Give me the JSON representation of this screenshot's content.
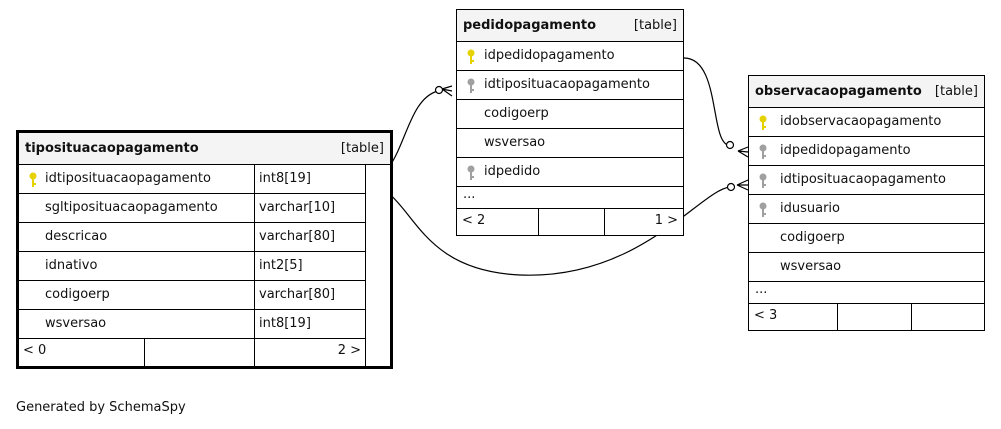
{
  "tables": {
    "pedidopagamento": {
      "name": "pedidopagamento",
      "type": "[table]",
      "columns": [
        {
          "name": "idpedidopagamento",
          "key": "primary"
        },
        {
          "name": "idtiposituacaopagamento",
          "key": "foreign"
        },
        {
          "name": "codigoerp",
          "key": "none"
        },
        {
          "name": "wsversao",
          "key": "none"
        },
        {
          "name": "idpedido",
          "key": "foreign"
        }
      ],
      "ellipsis": "...",
      "footer_left": "< 2",
      "footer_right": "1 >"
    },
    "observacaopagamento": {
      "name": "observacaopagamento",
      "type": "[table]",
      "columns": [
        {
          "name": "idobservacaopagamento",
          "key": "primary"
        },
        {
          "name": "idpedidopagamento",
          "key": "foreign"
        },
        {
          "name": "idtiposituacaopagamento",
          "key": "foreign"
        },
        {
          "name": "idusuario",
          "key": "foreign"
        },
        {
          "name": "codigoerp",
          "key": "none"
        },
        {
          "name": "wsversao",
          "key": "none"
        }
      ],
      "ellipsis": "...",
      "footer_left": "< 3"
    },
    "tiposituacaopagamento": {
      "name": "tiposituacaopagamento",
      "type": "[table]",
      "columns": [
        {
          "name": "idtiposituacaopagamento",
          "type": "int8[19]",
          "key": "primary"
        },
        {
          "name": "sgltiposituacaopagamento",
          "type": "varchar[10]",
          "key": "none"
        },
        {
          "name": "descricao",
          "type": "varchar[80]",
          "key": "none"
        },
        {
          "name": "idnativo",
          "type": "int2[5]",
          "key": "none"
        },
        {
          "name": "codigoerp",
          "type": "varchar[80]",
          "key": "none"
        },
        {
          "name": "wsversao",
          "type": "int8[19]",
          "key": "none"
        }
      ],
      "footer_left": "< 0",
      "footer_right": "2 >"
    }
  },
  "colors": {
    "primary_key": "#e6d200",
    "foreign_key": "#a0a0a0",
    "header_bg": "#f4f4f4"
  },
  "generated_by": "Generated by SchemaSpy"
}
